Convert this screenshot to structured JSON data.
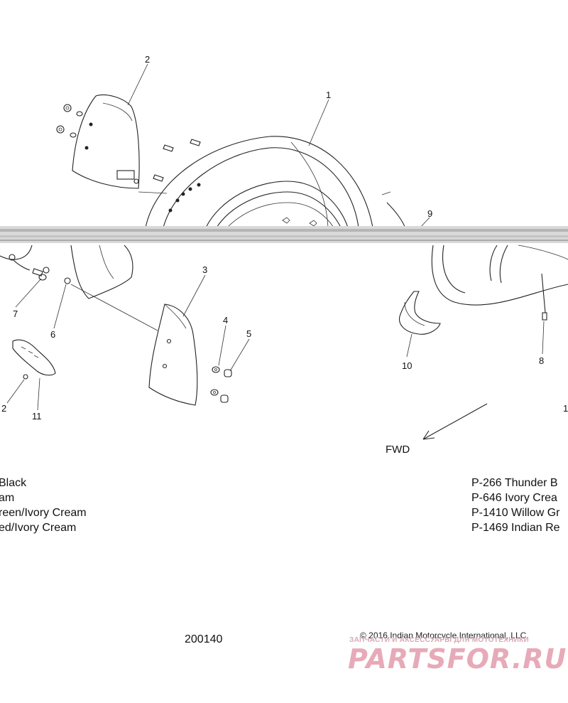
{
  "callouts": {
    "c1": "1",
    "c2": "2",
    "c3": "3",
    "c4": "4",
    "c5": "5",
    "c6": "6",
    "c7": "7",
    "c8": "8",
    "c9": "9",
    "c10": "10",
    "c11": "11",
    "c12_left": "2",
    "c12_right": "1"
  },
  "direction_label": "FWD",
  "legend_left": [
    "Black",
    "am",
    "reen/Ivory Cream",
    "ed/Ivory Cream"
  ],
  "legend_right": [
    "P-266  Thunder B",
    "P-646  Ivory Crea",
    "P-1410 Willow Gr",
    "P-1469 Indian Re"
  ],
  "drawing_number": "200140",
  "copyright": "© 2016 Indian Motorcycle International, LLC",
  "watermark": {
    "subtitle": "ЗАПЧАСТИ И АКСЕССУАРЫ ДЛЯ МОТОТЕХНИКИ",
    "brand": "PARTSFOR.RU"
  }
}
